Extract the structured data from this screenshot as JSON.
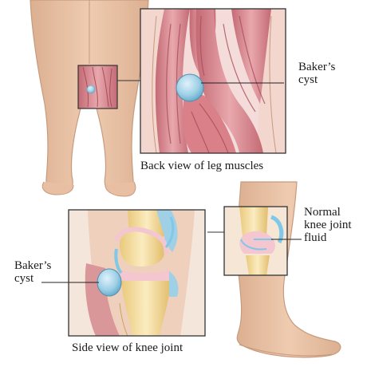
{
  "labels": {
    "bakers_cyst_back": "Baker’s\ncyst",
    "bakers_cyst_side": "Baker’s\ncyst",
    "normal_fluid": "Normal\nknee joint\nfluid"
  },
  "captions": {
    "back_view": "Back view of leg muscles",
    "side_view": "Side view of knee joint"
  },
  "colors": {
    "skin": "#e8bfa3",
    "skin_outline": "#c79a7e",
    "muscle": "#d98e94",
    "muscle_dark": "#b85a64",
    "cyst": "#9fd0e6",
    "bone": "#f5e1a6",
    "cartilage": "#f3c6d0",
    "fluid": "#7fc8e8"
  }
}
